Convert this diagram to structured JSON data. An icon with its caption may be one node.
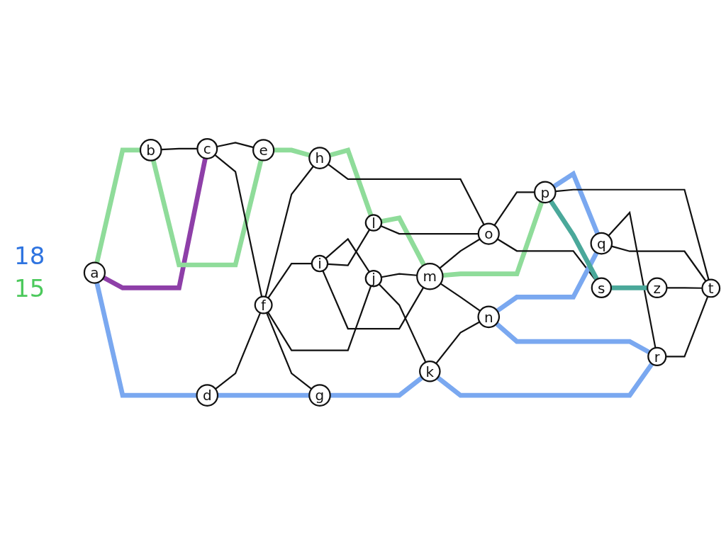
{
  "diagram": {
    "nodes": [
      {
        "text": [
          "a"
        ]
      },
      {
        "text": [
          "b"
        ]
      },
      {
        "text": [
          "c"
        ]
      },
      {
        "text": [
          "d"
        ]
      },
      {
        "text": [
          "e"
        ]
      },
      {
        "text": [
          "f"
        ]
      },
      {
        "text": [
          "g"
        ]
      },
      {
        "text": [
          "h"
        ]
      },
      {
        "text": [
          "i"
        ]
      },
      {
        "text": [
          "j"
        ]
      },
      {
        "text": [
          "k"
        ]
      },
      {
        "text": [
          "l"
        ]
      },
      {
        "text": [
          "m"
        ]
      },
      {
        "text": [
          "n"
        ]
      },
      {
        "text": [
          "o"
        ]
      },
      {
        "text": [
          "p"
        ]
      },
      {
        "text": [
          "q"
        ]
      },
      {
        "text": [
          "r"
        ]
      },
      {
        "text": [
          "s"
        ]
      },
      {
        "text": [
          "t"
        ]
      },
      {
        "text": [
          "z"
        ]
      }
    ],
    "edges": [
      {
        "from": 0,
        "to": 1,
        "arrow": "none",
        "style": "thick",
        "color": "#8fdc9a"
      },
      {
        "from": 0,
        "to": 2,
        "arrow": "none",
        "style": "thick",
        "color": "#8e3fa8"
      },
      {
        "from": 0,
        "to": 3,
        "arrow": "none",
        "style": "thick",
        "color": "#7aa8f0"
      },
      {
        "from": 1,
        "to": 2,
        "arrow": "none"
      },
      {
        "from": 1,
        "to": 4,
        "arrow": "none",
        "style": "thick",
        "color": "#8fdc9a"
      },
      {
        "from": 2,
        "to": 4,
        "arrow": "none"
      },
      {
        "from": 2,
        "to": 5,
        "arrow": "none"
      },
      {
        "from": 3,
        "to": 5,
        "arrow": "none"
      },
      {
        "from": 3,
        "to": 6,
        "arrow": "none",
        "style": "thick",
        "color": "#7aa8f0"
      },
      {
        "from": 4,
        "to": 7,
        "arrow": "none",
        "style": "thick",
        "color": "#8fdc9a"
      },
      {
        "from": 5,
        "to": 7,
        "arrow": "none"
      },
      {
        "from": 5,
        "to": 8,
        "arrow": "none"
      },
      {
        "from": 5,
        "to": 9,
        "arrow": "none"
      },
      {
        "from": 5,
        "to": 6,
        "arrow": "none"
      },
      {
        "from": 6,
        "to": 10,
        "arrow": "none",
        "style": "thick",
        "color": "#7aa8f0"
      },
      {
        "from": 7,
        "to": 11,
        "arrow": "none",
        "style": "thick",
        "color": "#8fdc9a"
      },
      {
        "from": 7,
        "to": 14,
        "arrow": "none"
      },
      {
        "from": 8,
        "to": 9,
        "arrow": "none"
      },
      {
        "from": 8,
        "to": 11,
        "arrow": "none"
      },
      {
        "from": 8,
        "to": 12,
        "arrow": "none"
      },
      {
        "from": 9,
        "to": 12,
        "arrow": "none"
      },
      {
        "from": 9,
        "to": 10,
        "arrow": "none"
      },
      {
        "from": 10,
        "to": 13,
        "arrow": "none"
      },
      {
        "from": 10,
        "to": 17,
        "arrow": "none",
        "style": "thick",
        "color": "#7aa8f0"
      },
      {
        "from": 11,
        "to": 12,
        "arrow": "none",
        "style": "thick",
        "color": "#8fdc9a"
      },
      {
        "from": 11,
        "to": 14,
        "arrow": "none"
      },
      {
        "from": 12,
        "to": 14,
        "arrow": "none"
      },
      {
        "from": 12,
        "to": 15,
        "arrow": "none",
        "style": "thick",
        "color": "#8fdc9a"
      },
      {
        "from": 12,
        "to": 13,
        "arrow": "none"
      },
      {
        "from": 14,
        "to": 15,
        "arrow": "none"
      },
      {
        "from": 14,
        "to": 18,
        "arrow": "none"
      },
      {
        "from": 13,
        "to": 16,
        "arrow": "none",
        "style": "thick",
        "color": "#7aa8f0"
      },
      {
        "from": 13,
        "to": 17,
        "arrow": "none",
        "style": "thick",
        "color": "#7aa8f0"
      },
      {
        "from": 16,
        "to": 17,
        "arrow": "none"
      },
      {
        "from": 15,
        "to": 16,
        "arrow": "none",
        "style": "thick",
        "color": "#7aa8f0"
      },
      {
        "from": 15,
        "to": 19,
        "arrow": "none"
      },
      {
        "from": 16,
        "to": 19,
        "arrow": "none"
      },
      {
        "from": 17,
        "to": 19,
        "arrow": "none"
      },
      {
        "from": 15,
        "to": 18,
        "arrow": "none",
        "style": "thick",
        "color": "#4aa89a"
      },
      {
        "from": 18,
        "to": 20,
        "arrow": "none",
        "style": "thick",
        "color": "#4aa89a"
      },
      {
        "from": 20,
        "to": 19,
        "arrow": "none"
      }
    ],
    "labels": [
      "18",
      "15"
    ]
  }
}
